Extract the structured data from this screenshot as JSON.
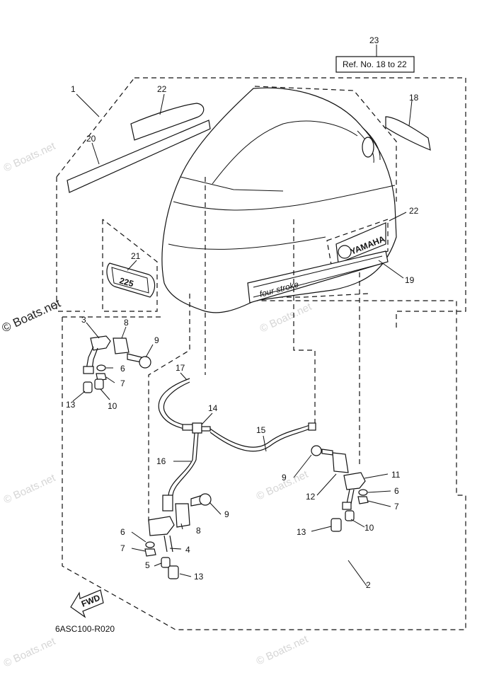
{
  "diagram_code": "6ASC100-R020",
  "ref_box_text": "Ref. No. 18 to 22",
  "fwd_label": "FWD",
  "emblem_text": "225",
  "brand_text": "YAMAHA",
  "badge_text": "four stroke",
  "watermarks": {
    "main": "© Boats.net",
    "faded": "© Boats.net"
  },
  "callouts": {
    "c1": "1",
    "c2": "2",
    "c3": "3",
    "c4": "4",
    "c5": "5",
    "c6a": "6",
    "c6b": "6",
    "c6c": "6",
    "c7a": "7",
    "c7b": "7",
    "c7c": "7",
    "c8a": "8",
    "c8b": "8",
    "c9a": "9",
    "c9b": "9",
    "c9c": "9",
    "c10a": "10",
    "c10b": "10",
    "c11": "11",
    "c12": "12",
    "c13a": "13",
    "c13b": "13",
    "c13c": "13",
    "c14": "14",
    "c15": "15",
    "c16": "16",
    "c17": "17",
    "c18": "18",
    "c19": "19",
    "c20": "20",
    "c21": "21",
    "c22a": "22",
    "c22b": "22",
    "c23": "23"
  }
}
